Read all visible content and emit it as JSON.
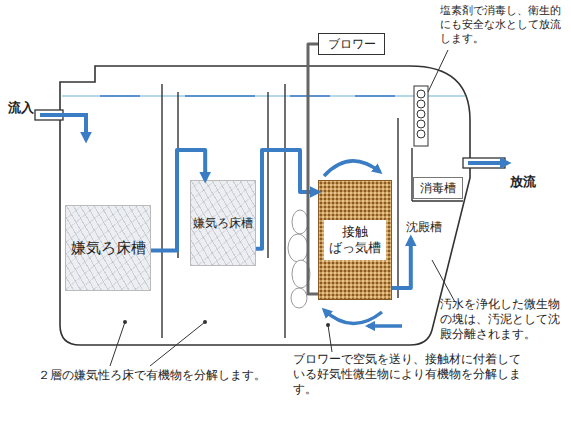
{
  "diagram": {
    "nodes": [
      {
        "text": [
          "ブロワー"
        ]
      },
      {
        "text": [
          "嫌気ろ床槽"
        ]
      },
      {
        "text": [
          "嫌気ろ床槽"
        ]
      },
      {
        "text": [
          "接触 ばっ気槽"
        ]
      },
      {
        "text": [
          "沈殿槽"
        ]
      },
      {
        "text": [
          "消毒槽"
        ]
      }
    ],
    "edges": [
      {
        "from": 1,
        "to": 2,
        "arrow": "to"
      },
      {
        "from": 2,
        "to": 3,
        "arrow": "to"
      },
      {
        "from": 3,
        "to": 4,
        "arrow": "to"
      },
      {
        "from": 0,
        "to": 3,
        "arrow": "none"
      }
    ],
    "labels": [
      "流入",
      "放流",
      "塩素剤で消毒し、衛生的にも安全な水として放流します。",
      "汚水を浄化した微生物の塊は、汚泥として沈殿分離されます。",
      "２層の嫌気性ろ床で有機物を分解します。",
      "ブロワーで空気を送り、接触材に付着している好気性微生物により有機物を分解します。"
    ]
  }
}
